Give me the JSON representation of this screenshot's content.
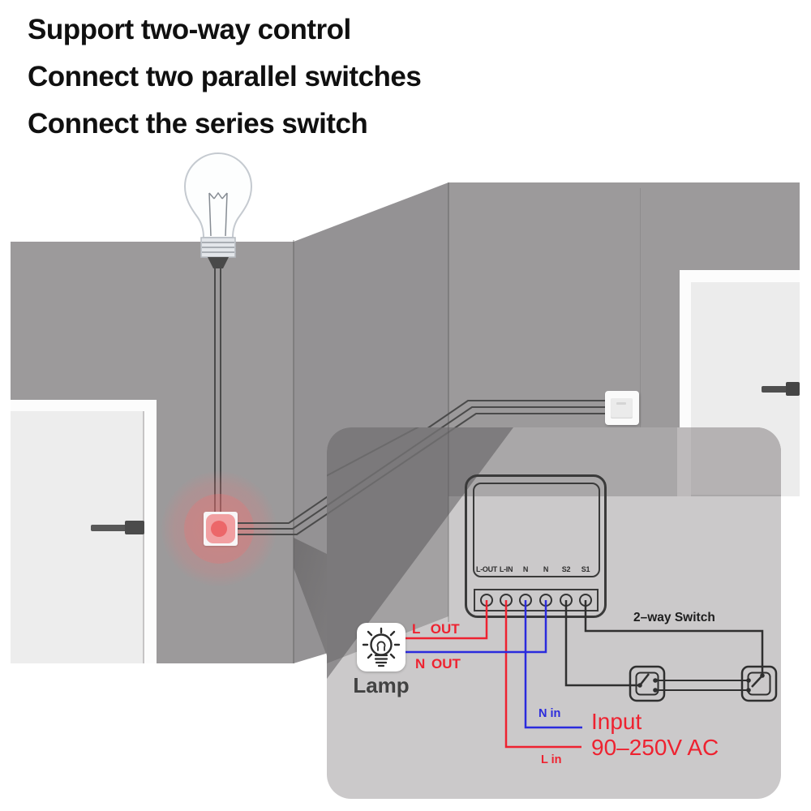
{
  "headings": [
    "Support two-way control",
    "Connect two parallel switches",
    "Connect the series switch"
  ],
  "module": {
    "terminals": [
      "L-OUT",
      "L-IN",
      "N",
      "N",
      "S2",
      "S1"
    ]
  },
  "wiring_labels": {
    "l_out": "L OUT",
    "n_out": "N OUT",
    "n_in": "N in",
    "l_in": "L in",
    "input_line1": "Input",
    "input_line2": "90–250V AC",
    "two_way_switch": "2–way Switch",
    "lamp": "Lamp"
  },
  "colors": {
    "live_red": "#ee2230",
    "neutral_blue": "#2b2bdd",
    "switch_black": "#2f2f2f",
    "wall_gray": "#9c9a9b",
    "overlay_gray": "#cbc9ca",
    "device_glow_red": "#ec6769"
  }
}
